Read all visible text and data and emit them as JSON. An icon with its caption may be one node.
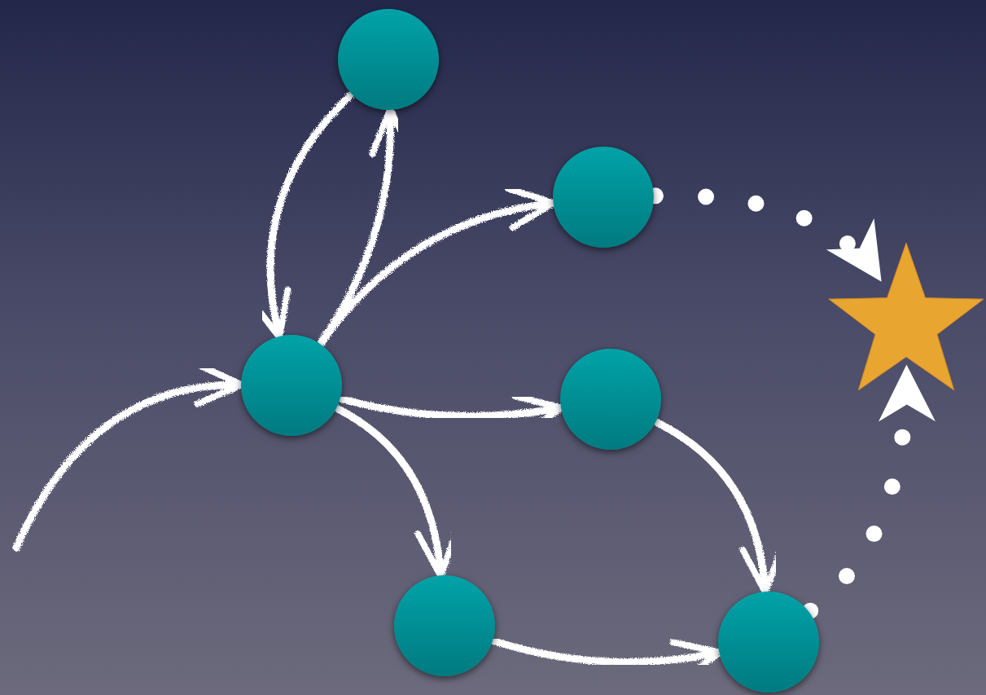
{
  "diagram": {
    "nodes": [
      {
        "text": [],
        "shape": "circle"
      },
      {
        "text": [],
        "shape": "circle"
      },
      {
        "text": [],
        "shape": "star"
      },
      {
        "text": [],
        "shape": "circle"
      },
      {
        "text": [],
        "shape": "circle"
      },
      {
        "text": [],
        "shape": "circle"
      },
      {
        "text": [],
        "shape": "circle"
      }
    ],
    "edges": [
      {
        "from": null,
        "to": 3,
        "arrow": "to"
      },
      {
        "from": 0,
        "to": 3,
        "arrow": "to"
      },
      {
        "from": 3,
        "to": 0,
        "arrow": "to"
      },
      {
        "from": 3,
        "to": 1,
        "arrow": "to"
      },
      {
        "from": 3,
        "to": 4,
        "arrow": "to"
      },
      {
        "from": 3,
        "to": 5,
        "arrow": "to"
      },
      {
        "from": 4,
        "to": 6,
        "arrow": "to"
      },
      {
        "from": 5,
        "to": 6,
        "arrow": "to"
      },
      {
        "from": 1,
        "to": 2,
        "arrow": "to",
        "style": "dashed"
      },
      {
        "from": 6,
        "to": 2,
        "arrow": "to",
        "style": "dashed"
      }
    ]
  }
}
